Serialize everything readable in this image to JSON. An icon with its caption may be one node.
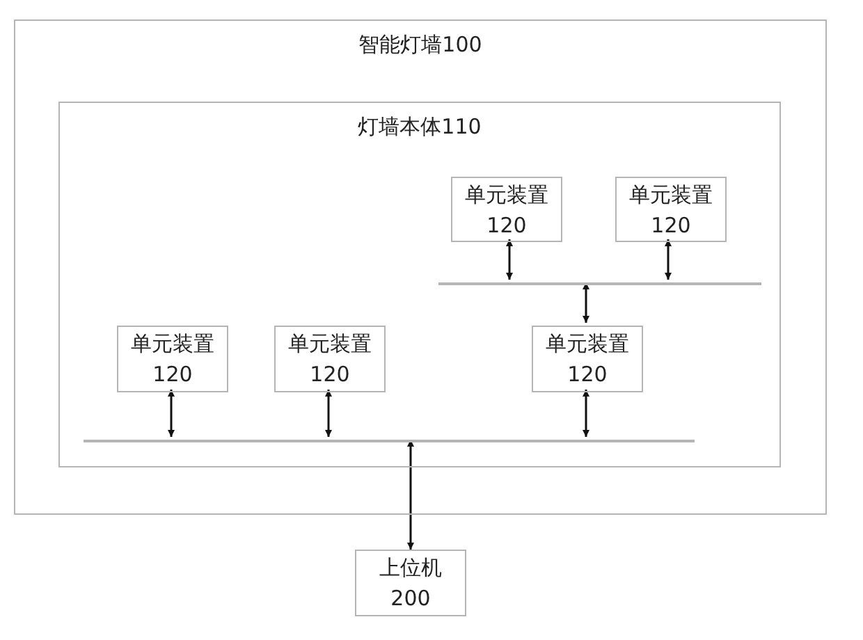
{
  "diagram": {
    "nodes": [
      {
        "text": [
          "智能灯墙100"
        ]
      },
      {
        "text": [
          "灯墙本体110"
        ],
        "in": 0
      },
      {
        "text": [
          "单元装置120"
        ],
        "in": 1
      },
      {
        "text": [
          "单元装置120"
        ],
        "in": 1
      },
      {
        "text": [],
        "shape": "bar",
        "in": 1
      },
      {
        "text": [
          "单元装置120"
        ],
        "in": 1
      },
      {
        "text": [
          "单元装置120"
        ],
        "in": 1
      },
      {
        "text": [
          "单元装置120"
        ],
        "in": 1
      },
      {
        "text": [],
        "shape": "bar",
        "in": 1
      },
      {
        "text": [
          "上位机200"
        ]
      }
    ],
    "edges": [
      {
        "from": 2,
        "to": 4,
        "arrow": "both"
      },
      {
        "from": 3,
        "to": 4,
        "arrow": "both"
      },
      {
        "from": 4,
        "to": 5,
        "arrow": "both"
      },
      {
        "from": 5,
        "to": 8,
        "arrow": "both"
      },
      {
        "from": 6,
        "to": 8,
        "arrow": "both"
      },
      {
        "from": 7,
        "to": 8,
        "arrow": "both"
      },
      {
        "from": 8,
        "to": 9,
        "arrow": "both"
      }
    ]
  }
}
